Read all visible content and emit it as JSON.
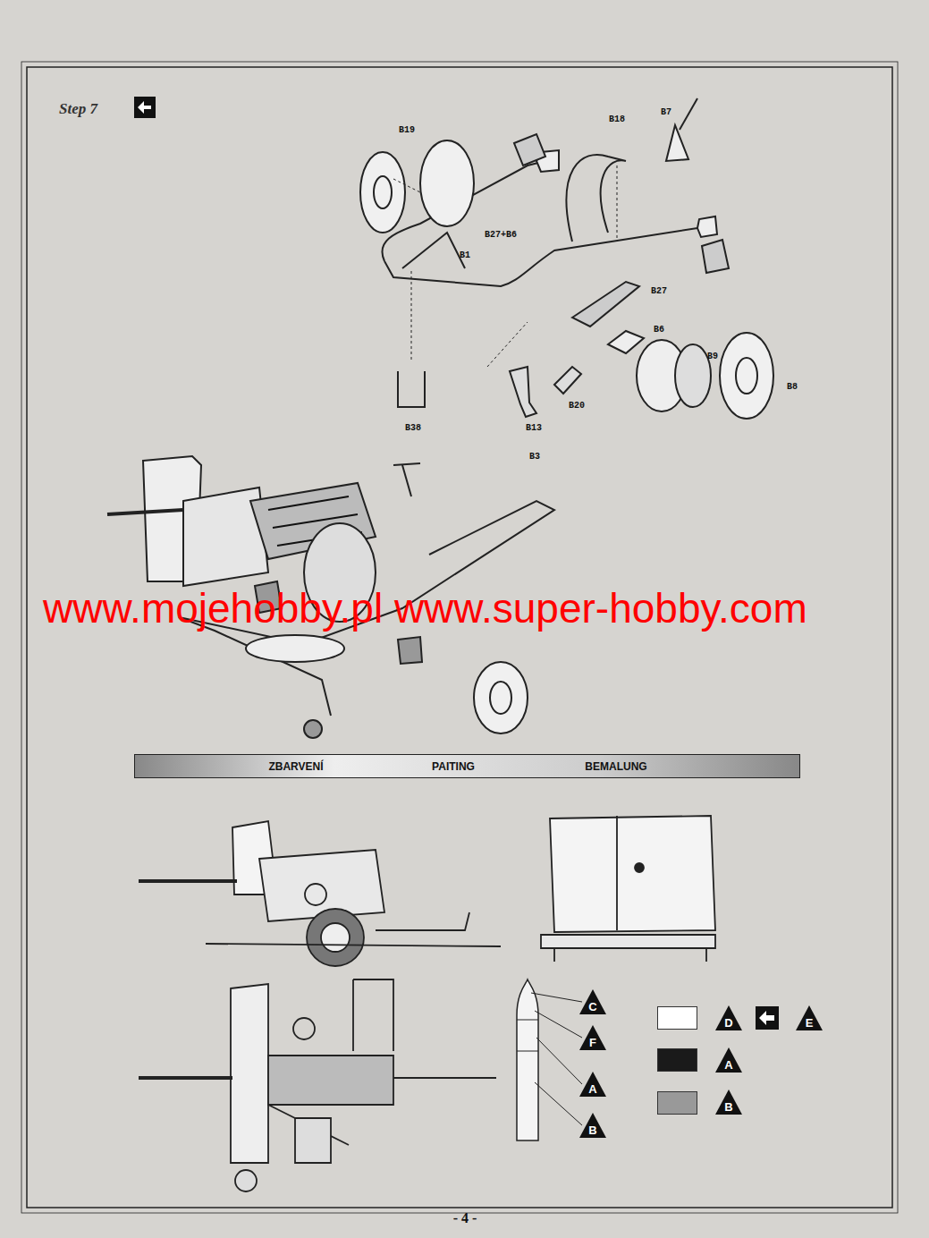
{
  "diagram": {
    "title": "Step 7",
    "nodes": [
      {
        "text": [
          "ZBARVENÍ",
          "PAITING",
          "BEMALUNG"
        ]
      }
    ],
    "labels": [
      "B19",
      "B18",
      "B7",
      "B27+B6",
      "B1",
      "B27",
      "B6",
      "B9",
      "B38",
      "B20",
      "B13",
      "B3",
      "B8",
      "www.mojehobby.pl www.super-hobby.com",
      "C",
      "F",
      "A",
      "B",
      "E",
      "- 4 -"
    ],
    "legend": [
      {
        "text": "D",
        "color": "#ffffff"
      },
      {
        "text": "A",
        "color": "#1a1a1a"
      },
      {
        "text": "B",
        "color": "#999999"
      }
    ]
  }
}
